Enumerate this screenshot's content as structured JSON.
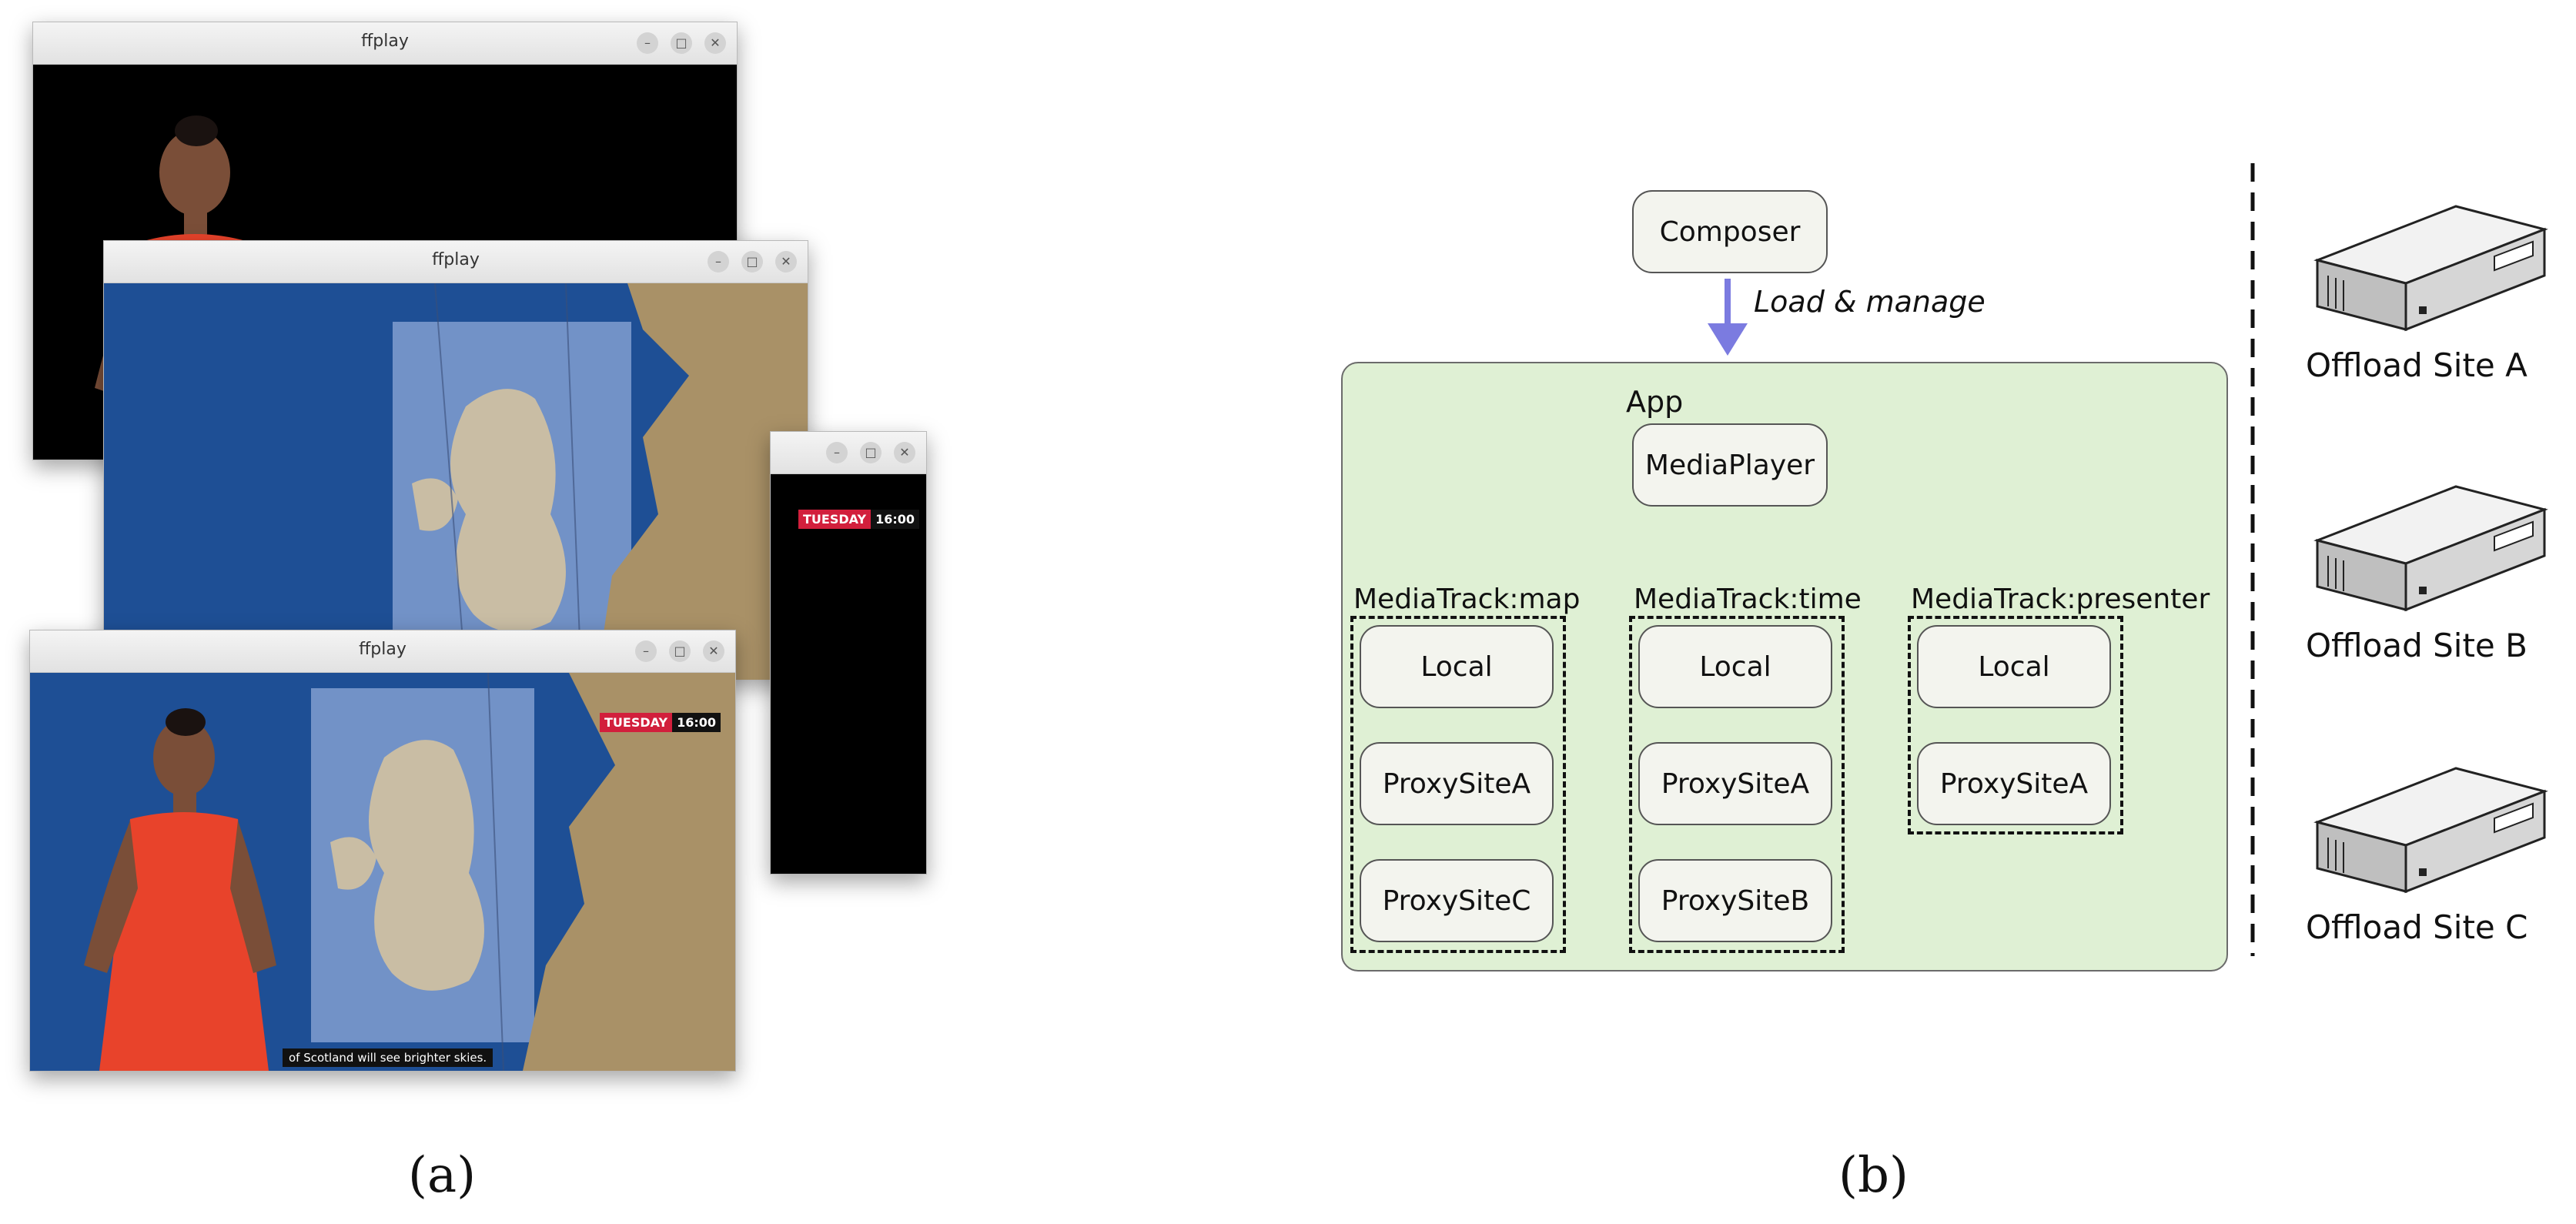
{
  "panel_a": {
    "label": "(a)",
    "windows": {
      "back": {
        "title": "ffplay"
      },
      "map": {
        "title": "ffplay"
      },
      "right": {
        "badge_day": "TUESDAY",
        "badge_time": "16:00"
      },
      "front": {
        "title": "ffplay",
        "badge_day": "TUESDAY",
        "badge_time": "16:00",
        "subtitle": "of Scotland will see brighter skies."
      }
    }
  },
  "panel_b": {
    "label": "(b)",
    "composer": "Composer",
    "arrow_label": "Load & manage",
    "app_label": "App",
    "media_player": "MediaPlayer",
    "tracks": [
      {
        "label": "MediaTrack:map",
        "items": [
          "Local",
          "ProxySiteA",
          "ProxySiteC"
        ]
      },
      {
        "label": "MediaTrack:time",
        "items": [
          "Local",
          "ProxySiteA",
          "ProxySiteB"
        ]
      },
      {
        "label": "MediaTrack:presenter",
        "items": [
          "Local",
          "ProxySiteA"
        ]
      }
    ],
    "sites": [
      "Offload Site A",
      "Offload Site B",
      "Offload Site C"
    ]
  },
  "colors": {
    "app_fill": "#dff0d4",
    "node_fill": "#f3f4ee",
    "composer_arrow": "#7b7be0",
    "sea": "#1e4f95",
    "presenter_dress": "#e8432b"
  }
}
